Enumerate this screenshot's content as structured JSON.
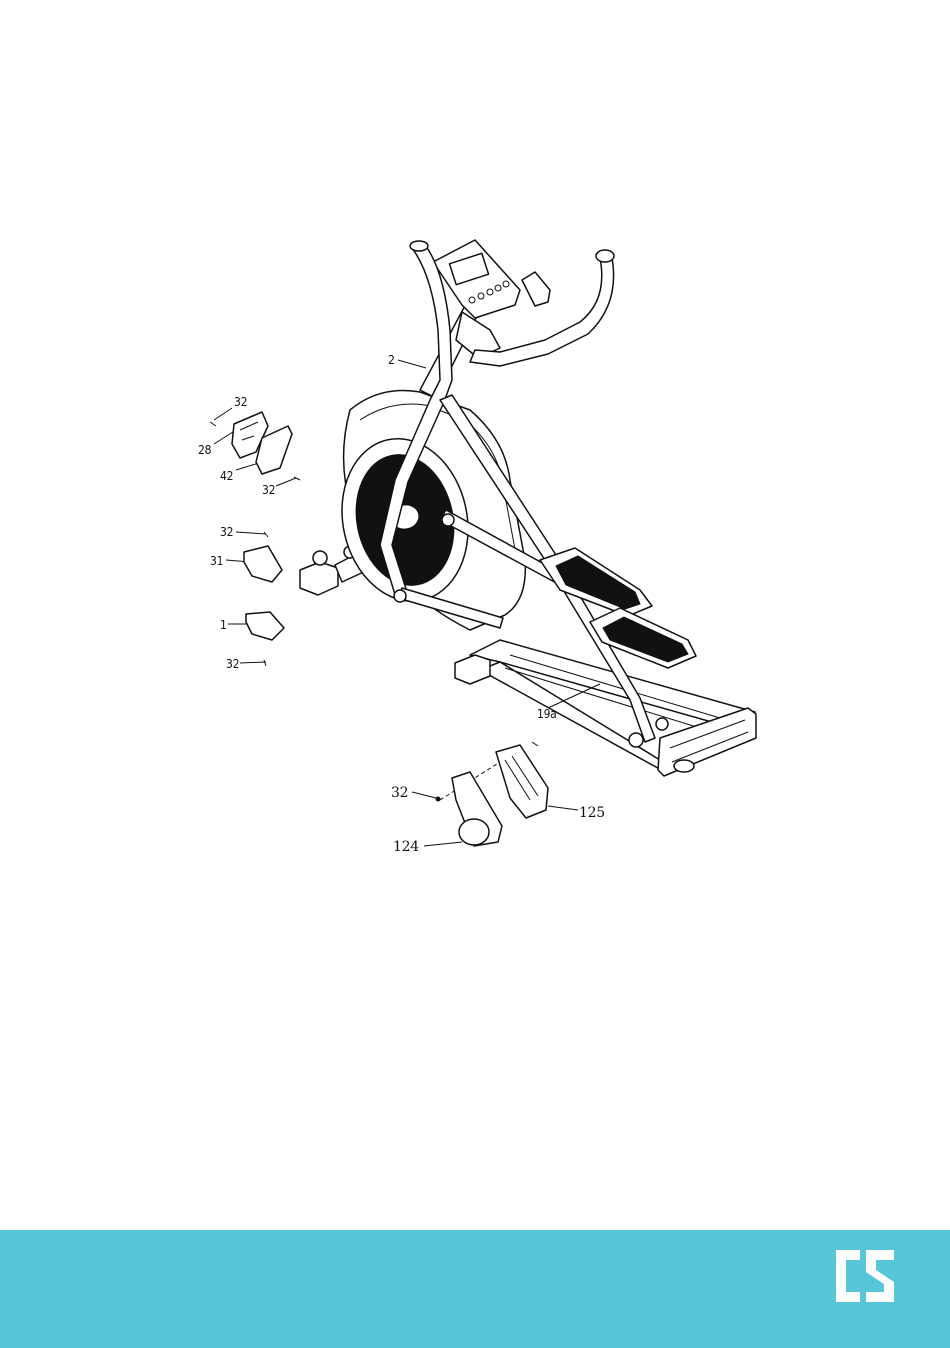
{
  "callouts": {
    "c2": "2",
    "c32a": "32",
    "c28": "28",
    "c42": "42",
    "c32b": "32",
    "c32c": "32",
    "c31": "31",
    "c1": "1",
    "c32d": "32",
    "c19a": "19a",
    "c32e": "32",
    "c125": "125",
    "c124": "124"
  },
  "footer": {
    "color": "#58c6d9",
    "logo_icon": "cs-logo-icon"
  }
}
